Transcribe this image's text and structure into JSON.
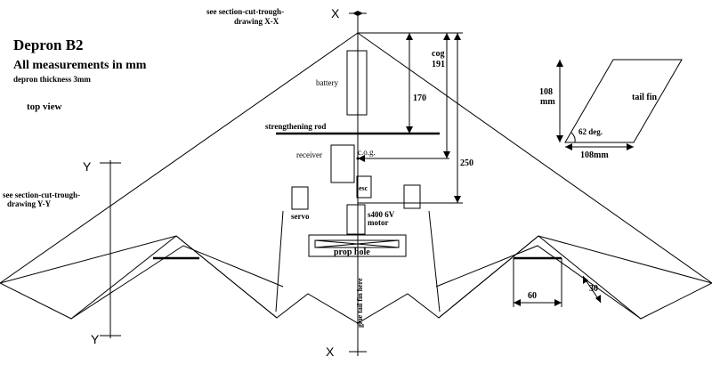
{
  "header": {
    "title": "Depron B2",
    "subtitle": "All measurements in mm",
    "thickness_note": "depron thickness 3mm",
    "view_label": "top view"
  },
  "sections": {
    "xx_note_line1": "see section-cut-trough-",
    "xx_note_line2": "drawing X-X",
    "x_marker": "X",
    "yy_note_line1": "see section-cut-trough-",
    "yy_note_line2": "drawing Y-Y",
    "y_marker": "Y"
  },
  "components": {
    "battery": "battery",
    "strengthening_rod": "strengthening rod",
    "receiver": "receiver",
    "cog_point": "c.o.g.",
    "esc": "esc",
    "servo": "servo",
    "motor_line1": "s400 6V",
    "motor_line2": "motor",
    "prop_hole": "prop hole",
    "glue_note": "glue tail fin here"
  },
  "dimensions": {
    "d170": "170",
    "cog_label": "cog",
    "d191": "191",
    "d250": "250",
    "d60": "60",
    "d30": "30"
  },
  "tail_fin": {
    "label": "tail fin",
    "height": "108",
    "height_unit": "mm",
    "width": "108mm",
    "angle": "62 deg."
  },
  "colors": {
    "ink": "#000000",
    "background": "#ffffff"
  }
}
